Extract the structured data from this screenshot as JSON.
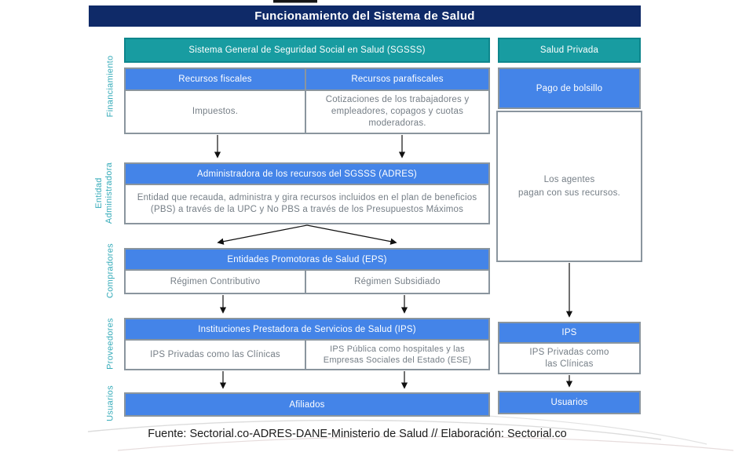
{
  "title": "Funcionamiento del Sistema de Salud",
  "row_labels": {
    "financing": "Financiamiento",
    "administrator": "Entidad\nAdministradora",
    "buyers": "Compradores",
    "providers": "Proveedores",
    "users": "Usuarios"
  },
  "sgsss": {
    "header": "Sistema General de Seguridad Social en Salud (SGSSS)",
    "fiscal_header": "Recursos fiscales",
    "fiscal_body": "Impuestos.",
    "parafiscal_header": "Recursos parafiscales",
    "parafiscal_body": "Cotizaciones de los trabajadores y empleadores, copagos y cuotas moderadoras.",
    "adres_header": "Administradora de los recursos del SGSSS (ADRES)",
    "adres_body": "Entidad que recauda, administra y gira recursos incluidos en el plan de beneficios (PBS) a través de la UPC y No PBS a través de los Presupuestos Máximos",
    "eps_header": "Entidades Promotoras de Salud (EPS)",
    "eps_left": "Régimen Contributivo",
    "eps_right": "Régimen Subsidiado",
    "ips_header": "Instituciones Prestadora de Servicios de Salud (IPS)",
    "ips_left": "IPS Privadas como las Clínicas",
    "ips_right": "IPS Pública como hospitales y las Empresas Sociales del Estado (ESE)",
    "affiliates": "Afiliados"
  },
  "private": {
    "header": "Salud Privada",
    "payment": "Pago de bolsillo",
    "agents": "Los agentes\npagan con sus recursos.",
    "ips_header": "IPS",
    "ips_body": "IPS Privadas como\nlas Clínicas",
    "users": "Usuarios"
  },
  "footer": "Fuente: Sectorial.co-ADRES-DANE-Ministerio de Salud // Elaboración: Sectorial.co",
  "colors": {
    "title_bar": "#0F2A68",
    "teal": "#189CA1",
    "blue": "#4484E8",
    "label_teal": "#35ABB9",
    "box_border": "#8A959E",
    "body_text": "#757E86"
  }
}
